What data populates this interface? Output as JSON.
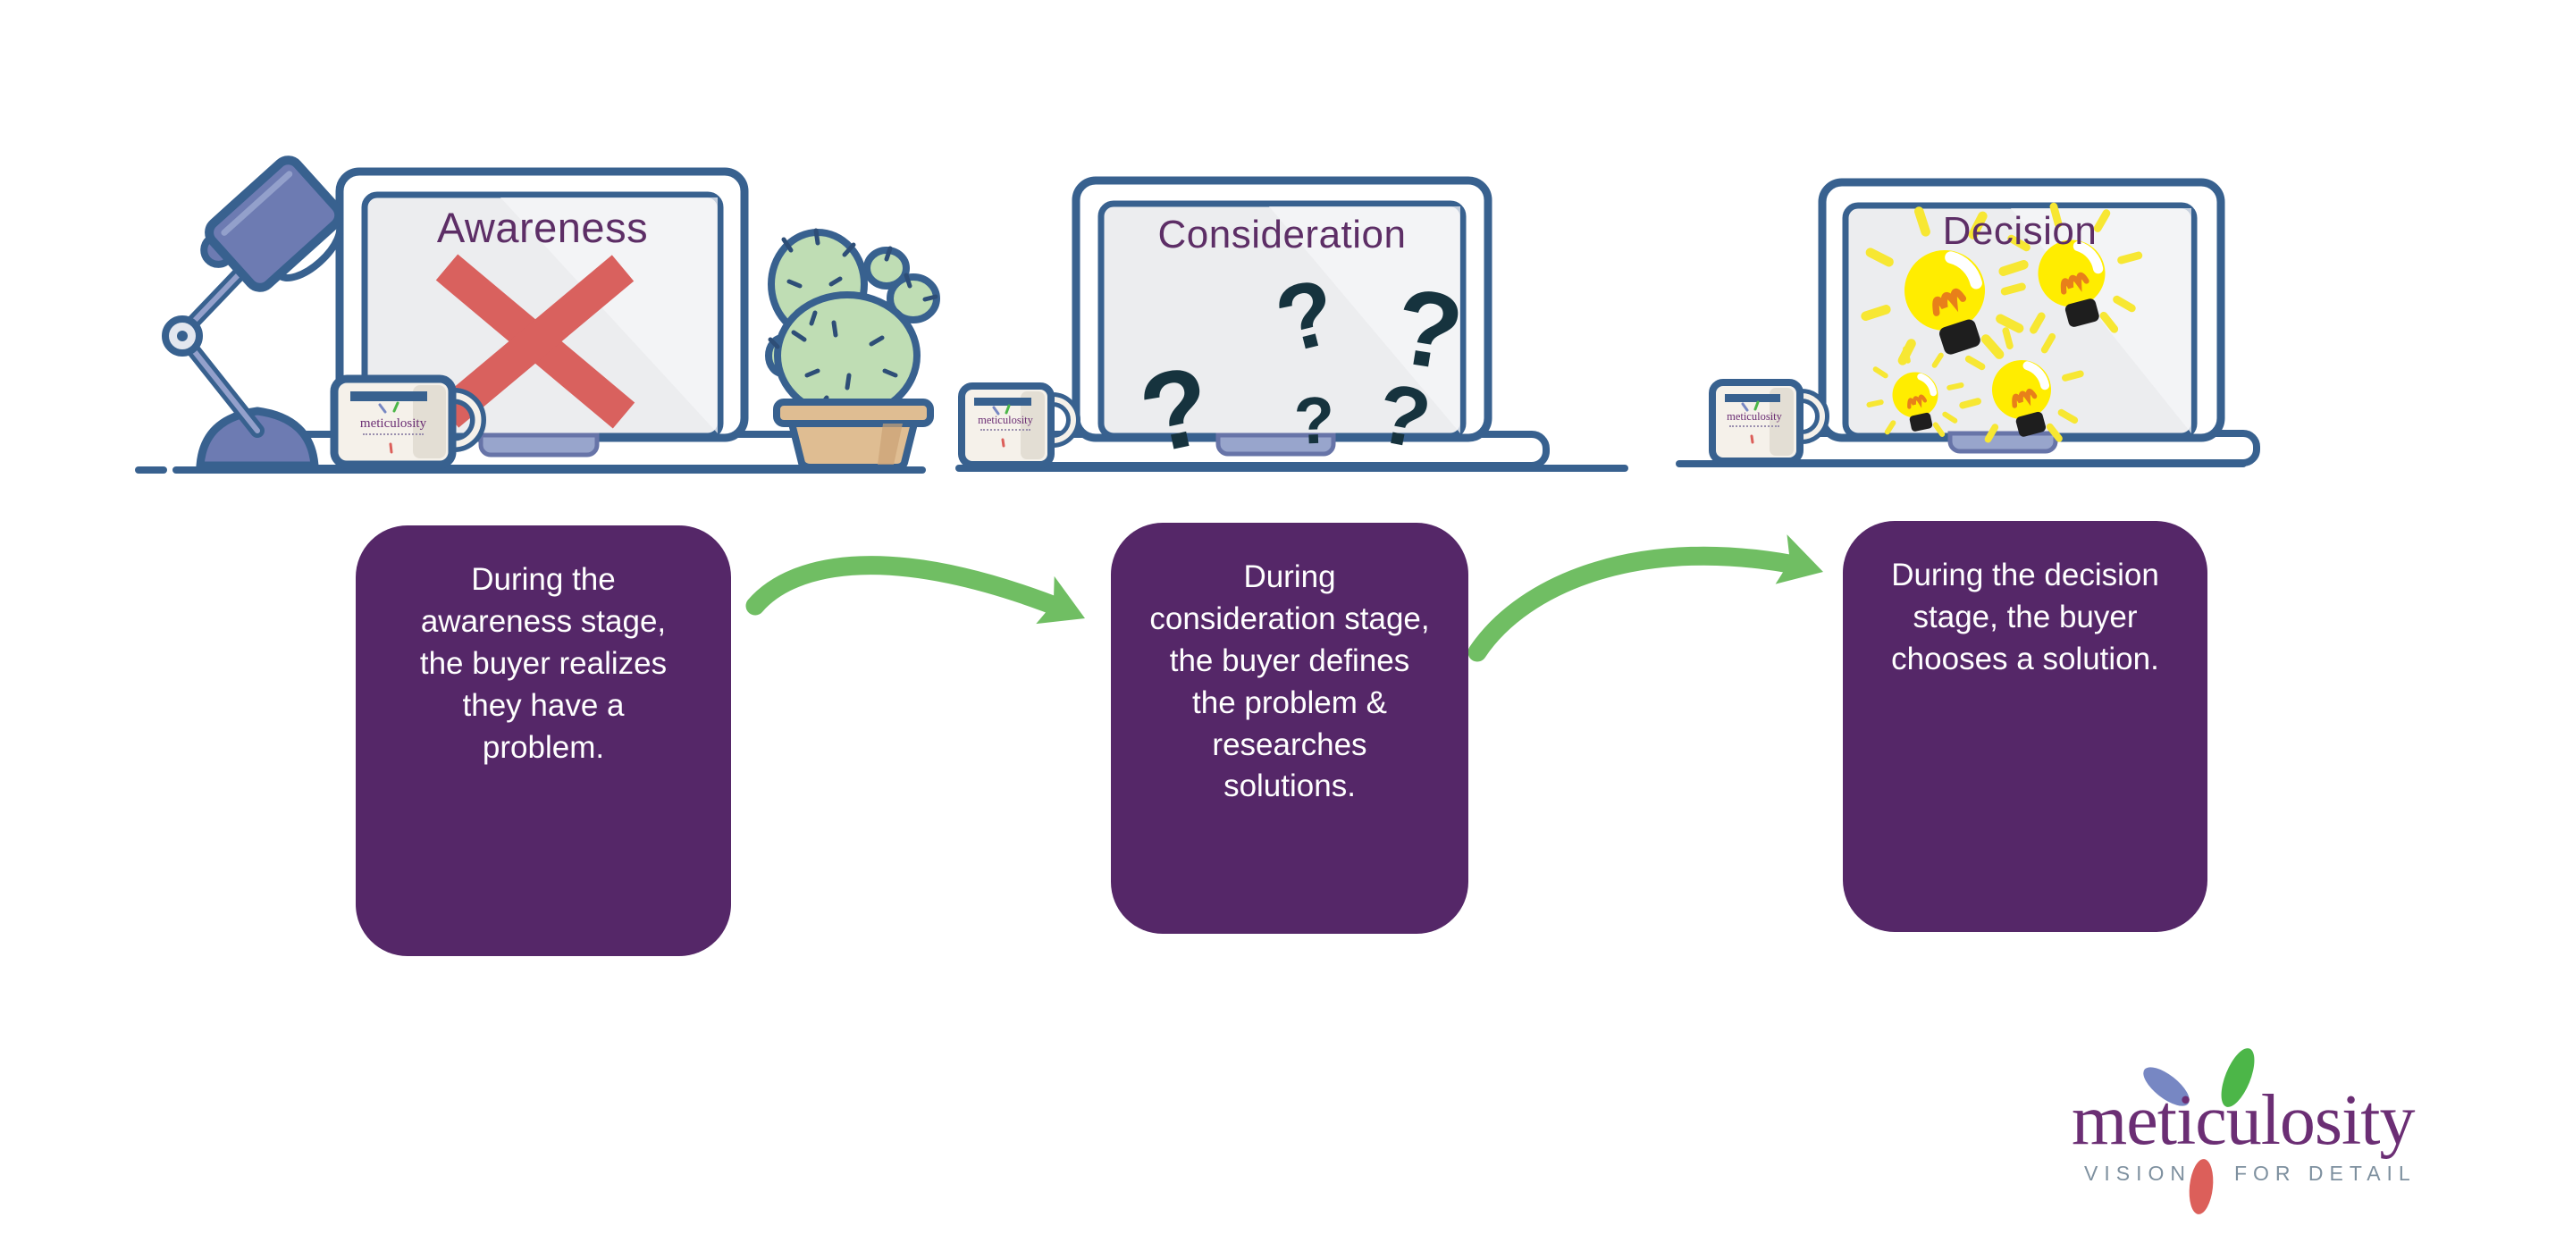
{
  "infographic": {
    "topic": "buyer journey stages"
  },
  "stages": [
    {
      "title": "Awareness",
      "description": "During the awareness stage, the buyer realizes they have a problem.",
      "screen_icon": "x-mark-icon"
    },
    {
      "title": "Consideration",
      "description": "During consideration stage, the buyer defines the problem & researches solutions.",
      "screen_icon": "question-marks-icon",
      "question_marks": [
        "?",
        "?",
        "?",
        "?",
        "?"
      ]
    },
    {
      "title": "Decision",
      "description": "During the decision stage, the buyer chooses a solution.",
      "screen_icon": "light-bulbs-icon"
    }
  ],
  "mug_label": "meticulosity",
  "logo": {
    "brand": "meticulosity",
    "tagline_left": "VISION",
    "tagline_right": "FOR DETAIL"
  },
  "colors": {
    "outline_blue": "#38618F",
    "lamp_blue": "#6D7BB2",
    "screen_gray": "#ECEDEF",
    "title_purple": "#5D2E66",
    "box_purple": "#552768",
    "arrow_green": "#70BE63",
    "x_red": "#D9615E",
    "question_navy": "#16333E",
    "bulb_yellow": "#FFED00",
    "bulb_base_black": "#1E1E1E",
    "filament_orange": "#E8801A",
    "cactus_green": "#BFDDB4",
    "pot_tan": "#DFBD92",
    "logo_purple": "#6B2E74",
    "tagline_gray": "#7E909F",
    "petal_blue": "#7787C3",
    "petal_green": "#4CB648",
    "petal_red": "#DC5F5A"
  }
}
